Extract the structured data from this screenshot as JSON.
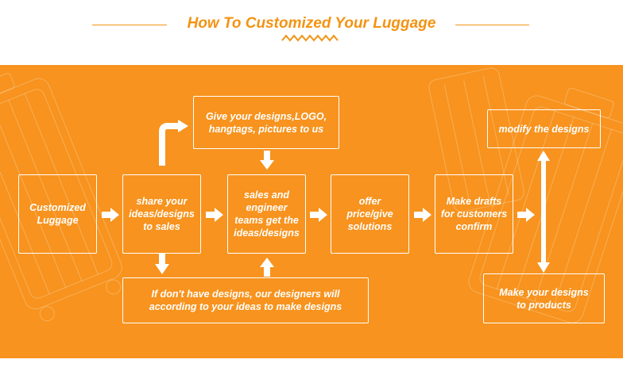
{
  "header": {
    "title": "How To Customized Your Luggage"
  },
  "steps": {
    "customized": "Customized\nLuggage",
    "share": "share your\nideas/designs\nto sales",
    "give": "Give your designs,LOGO,\nhangtags, pictures to us",
    "teams": "sales and\nengineer\nteams get the\nideas/designs",
    "no_designs": "If don't have designs, our designers will\naccording to your ideas to make designs",
    "offer": "offer\nprice/give\nsolutions",
    "drafts": "Make drafts\nfor customers\nconfirm",
    "modify": "modify the designs",
    "make_products": "Make your designs\nto products"
  },
  "colors": {
    "accent": "#f39313",
    "panel": "#f7931e",
    "box_text": "#ffffff"
  }
}
